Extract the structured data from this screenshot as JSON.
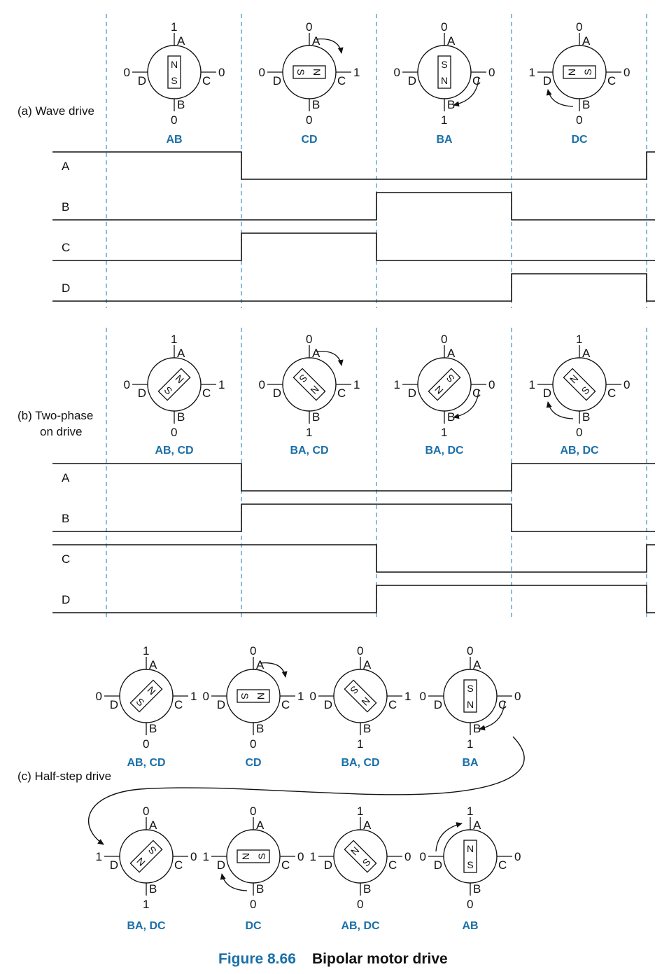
{
  "colors": {
    "accent": "#1a6fa8",
    "ink": "#111111",
    "divider": "#3b8fc4"
  },
  "figure": {
    "number": "Figure 8.66",
    "title": "Bipolar motor drive"
  },
  "sections": [
    {
      "label_lines": [
        "(a) Wave drive"
      ],
      "signals": [
        "A",
        "B",
        "C",
        "D"
      ],
      "waves": [
        [
          1,
          0,
          0,
          0,
          1
        ],
        [
          0,
          0,
          1,
          0,
          0
        ],
        [
          0,
          1,
          0,
          0,
          0
        ],
        [
          0,
          0,
          0,
          1,
          0
        ]
      ],
      "states": [
        {
          "caption": "AB",
          "pins": {
            "A": "1",
            "B": "0",
            "C": "0",
            "D": "0"
          },
          "magnet": {
            "angle": 0,
            "top": "N",
            "bottom": "S"
          },
          "arrow": ""
        },
        {
          "caption": "CD",
          "pins": {
            "A": "0",
            "B": "0",
            "C": "1",
            "D": "0"
          },
          "magnet": {
            "angle": 90,
            "top": "N",
            "bottom": "S"
          },
          "arrow": "A"
        },
        {
          "caption": "BA",
          "pins": {
            "A": "0",
            "B": "1",
            "C": "0",
            "D": "0"
          },
          "magnet": {
            "angle": 0,
            "top": "S",
            "bottom": "N"
          },
          "arrow": "C"
        },
        {
          "caption": "DC",
          "pins": {
            "A": "0",
            "B": "0",
            "C": "0",
            "D": "1"
          },
          "magnet": {
            "angle": -90,
            "top": "N",
            "bottom": "S"
          },
          "arrow": "B"
        }
      ]
    },
    {
      "label_lines": [
        "(b) Two-phase",
        "on drive"
      ],
      "signals": [
        "A",
        "B",
        "C",
        "D"
      ],
      "waves": [
        [
          1,
          0,
          0,
          1,
          1
        ],
        [
          0,
          1,
          1,
          0,
          0
        ],
        [
          1,
          1,
          0,
          0,
          1
        ],
        [
          0,
          0,
          1,
          1,
          0
        ]
      ],
      "states": [
        {
          "caption": "AB, CD",
          "pins": {
            "A": "1",
            "B": "0",
            "C": "1",
            "D": "0"
          },
          "magnet": {
            "angle": 45,
            "top": "N",
            "bottom": "S"
          },
          "arrow": ""
        },
        {
          "caption": "BA, CD",
          "pins": {
            "A": "0",
            "B": "1",
            "C": "1",
            "D": "0"
          },
          "magnet": {
            "angle": 135,
            "top": "N",
            "bottom": "S"
          },
          "arrow": "A"
        },
        {
          "caption": "BA, DC",
          "pins": {
            "A": "0",
            "B": "1",
            "C": "0",
            "D": "1"
          },
          "magnet": {
            "angle": -135,
            "top": "N",
            "bottom": "S"
          },
          "arrow": "C"
        },
        {
          "caption": "AB, DC",
          "pins": {
            "A": "1",
            "B": "0",
            "C": "0",
            "D": "1"
          },
          "magnet": {
            "angle": -45,
            "top": "N",
            "bottom": "S"
          },
          "arrow": "B"
        }
      ]
    },
    {
      "label_lines": [
        "(c) Half-step drive"
      ],
      "states": [
        {
          "caption": "AB, CD",
          "pins": {
            "A": "1",
            "B": "0",
            "C": "1",
            "D": "0"
          },
          "magnet": {
            "angle": 45,
            "top": "N",
            "bottom": "S"
          },
          "arrow": ""
        },
        {
          "caption": "CD",
          "pins": {
            "A": "0",
            "B": "0",
            "C": "1",
            "D": "0"
          },
          "magnet": {
            "angle": 90,
            "top": "N",
            "bottom": "S"
          },
          "arrow": "A"
        },
        {
          "caption": "BA, CD",
          "pins": {
            "A": "0",
            "B": "1",
            "C": "1",
            "D": "0"
          },
          "magnet": {
            "angle": 135,
            "top": "N",
            "bottom": "S"
          },
          "arrow": ""
        },
        {
          "caption": "BA",
          "pins": {
            "A": "0",
            "B": "1",
            "C": "0",
            "D": "0"
          },
          "magnet": {
            "angle": 0,
            "top": "S",
            "bottom": "N"
          },
          "arrow": "C"
        },
        {
          "caption": "BA, DC",
          "pins": {
            "A": "0",
            "B": "1",
            "C": "0",
            "D": "1"
          },
          "magnet": {
            "angle": -135,
            "top": "N",
            "bottom": "S"
          },
          "arrow": ""
        },
        {
          "caption": "DC",
          "pins": {
            "A": "0",
            "B": "0",
            "C": "0",
            "D": "1"
          },
          "magnet": {
            "angle": -90,
            "top": "N",
            "bottom": "S"
          },
          "arrow": "B"
        },
        {
          "caption": "AB, DC",
          "pins": {
            "A": "1",
            "B": "0",
            "C": "0",
            "D": "1"
          },
          "magnet": {
            "angle": -45,
            "top": "N",
            "bottom": "S"
          },
          "arrow": ""
        },
        {
          "caption": "AB",
          "pins": {
            "A": "1",
            "B": "0",
            "C": "0",
            "D": "0"
          },
          "magnet": {
            "angle": 0,
            "top": "N",
            "bottom": "S"
          },
          "arrow": "D"
        }
      ]
    }
  ]
}
